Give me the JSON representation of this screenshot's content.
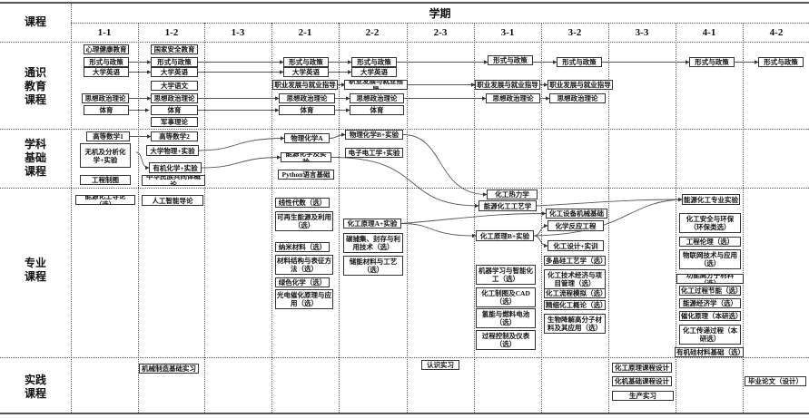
{
  "header": {
    "course_label": "课程",
    "term_label": "学期",
    "terms": [
      "1-1",
      "1-2",
      "1-3",
      "2-1",
      "2-2",
      "2-3",
      "3-1",
      "3-2",
      "3-3",
      "4-1",
      "4-2"
    ]
  },
  "sections": {
    "general": "通识\n教育\n课程",
    "foundation": "学科\n基础\n课程",
    "major": "专业\n课程",
    "practice": "实践\n课程"
  },
  "courses": {
    "general": [
      "心理健康教育",
      "形式与政策",
      "大学英语",
      "思想政治理论",
      "体育",
      "国家安全教育",
      "形式与政策",
      "大学英语",
      "大学语文",
      "思想政治理论",
      "体育",
      "军事理论",
      "形式与政策",
      "大学英语",
      "职业发展与就业指导",
      "思想政治理论",
      "体育",
      "形式与政策",
      "大学英语",
      "职业发展与就业指导",
      "思想政治理论",
      "体育",
      "形式与政策",
      "职业发展与就业指导",
      "思想政治理论",
      "形式与政策",
      "职业发展与就业指导",
      "思想政治理论",
      "形式与政策",
      "形式与政策"
    ],
    "foundation": [
      "高等数学1",
      "无机及分析化学+实验",
      "工程制图",
      "高等数学2",
      "大学物理+实验",
      "有机化学+实验",
      "中华民族共同体概论",
      "物理化学A",
      "能源化学及实验",
      "Python语言基础",
      "物理化学B+实验",
      "电子电工学+实验"
    ],
    "major": [
      "能源化工导论（选）",
      "人工智能导论",
      "线性代数（选）",
      "可再生能源及利用（选）",
      "纳米材料（选）",
      "材料结构与表征方法（选）",
      "绿色化学（选）",
      "光电催化原理与应用（选）",
      "化工原理A+实验",
      "碳捕集、封存与利用技术（选）",
      "储能材料与工艺（选）",
      "化工热力学",
      "能源化工工艺学",
      "化工原理B+实验",
      "机器学习与智能化工（选）",
      "化工制图及CAD（选）",
      "氢能与燃料电池（选）",
      "过程控制及仪表（选）",
      "化工设备机械基础",
      "化学反应工程",
      "化工设计+实训",
      "多晶硅工艺学（选）",
      "化工技术经济与项目管理（选）",
      "化工流程模拟（选）",
      "精细化工概论（选）",
      "生物降解高分子材料及其应用（选）",
      "能源化工专业实验",
      "化工安全与环保（环保类选）",
      "工程伦理（选）",
      "物联网技术与应用（选）",
      "功能高分子材料（选）",
      "化工过程节能（选）",
      "能源经济学（选）",
      "催化原理（本研选）",
      "化工传递过程（本研选）",
      "有机硅材料基础（选）"
    ],
    "practice": [
      "机械制造基础实习",
      "认识实习",
      "化工原理课程设计",
      "化机基础课程设计",
      "生产实习",
      "毕业论文（设计）"
    ]
  }
}
